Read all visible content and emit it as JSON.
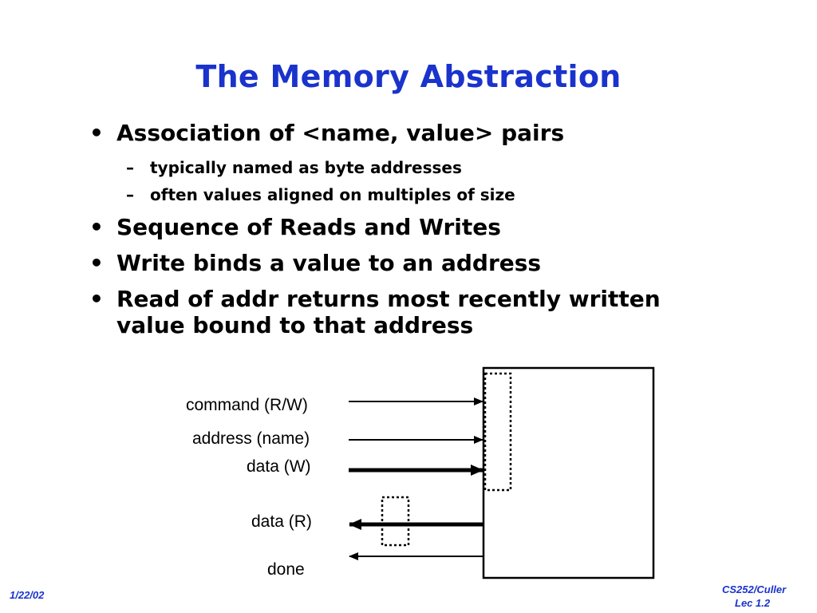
{
  "title": "The Memory Abstraction",
  "bullets": [
    {
      "text": "Association of <name, value> pairs",
      "subs": [
        "typically named as byte addresses",
        "often values aligned on multiples of size"
      ]
    },
    {
      "text": "Sequence of Reads and Writes"
    },
    {
      "text": "Write binds a value to an address"
    },
    {
      "text": "Read of addr returns most recently written",
      "continuation": "value bound to that address"
    }
  ],
  "bullet_glyph": "•",
  "sub_glyph": "–",
  "diagram": {
    "labels": {
      "command": "command (R/W)",
      "address": "address (name)",
      "data_w": "data (W)",
      "data_r": "data (R)",
      "done": "done"
    }
  },
  "footer": {
    "date": "1/22/02",
    "course": "CS252/Culler",
    "lecture": "Lec 1.2"
  },
  "colors": {
    "title": "#1a33cc",
    "footer": "#1a33cc"
  }
}
